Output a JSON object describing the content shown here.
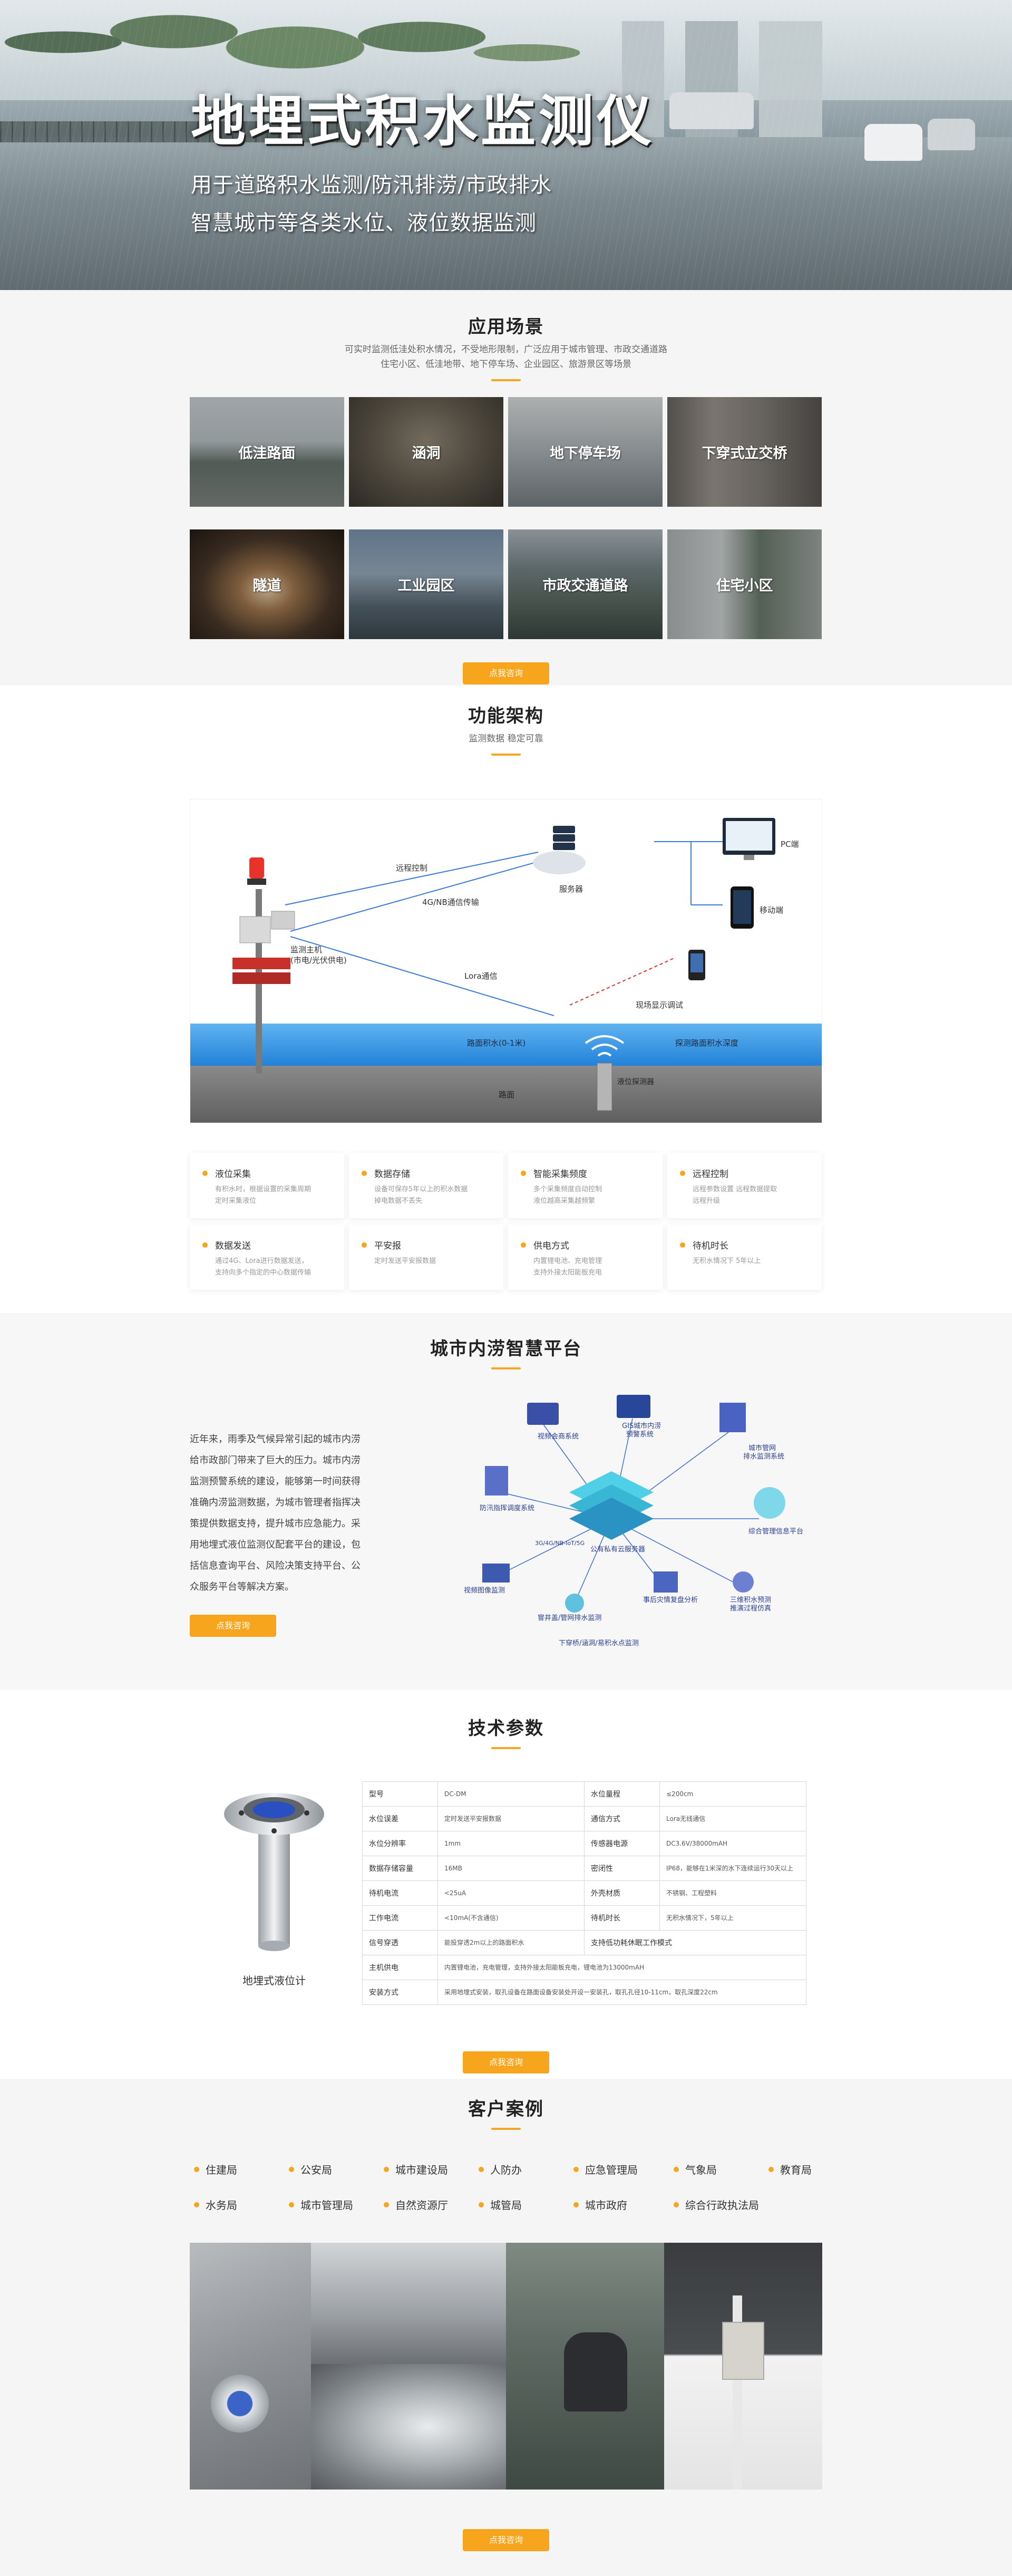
{
  "hero": {
    "title": "地埋式积水监测仪",
    "line1": "用于道路积水监测/防汛排涝/市政排水",
    "line2": "智慧城市等各类水位、液位数据监测"
  },
  "scenes": {
    "title": "应用场景",
    "sub1": "可实时监测低洼处积水情况，不受地形限制，广泛应用于城市管理、市政交通道路",
    "sub2": "住宅小区、低洼地带、地下停车场、企业园区、旅游景区等场景",
    "items": [
      "低洼路面",
      "涵洞",
      "地下停车场",
      "下穿式立交桥",
      "隧道",
      "工业园区",
      "市政交通道路",
      "住宅小区"
    ],
    "button": "点我咨询"
  },
  "arch": {
    "title": "功能架构",
    "sub": "监测数据 稳定可靠",
    "diagram": {
      "remote_control": "远程控制",
      "transmission": "4G/NB通信传输",
      "server": "服务器",
      "pc": "PC端",
      "mobile": "移动端",
      "host": "监测主机",
      "host_power": "(市电/光伏供电)",
      "lora": "Lora通信",
      "debug": "现场显示调试",
      "water": "路面积水(0-1米)",
      "detect": "探测路面积水深度",
      "ground": "路面",
      "sensor": "液位探测器"
    },
    "features": [
      {
        "title": "液位采集",
        "d1": "有积水时，根据设置的采集周期",
        "d2": "定时采集液位"
      },
      {
        "title": "数据存储",
        "d1": "设备可保存5年以上的积水数据",
        "d2": "掉电数据不丢失"
      },
      {
        "title": "智能采集频度",
        "d1": "多个采集频度自动控制",
        "d2": "液位越高采集越频繁"
      },
      {
        "title": "远程控制",
        "d1": "远程参数设置 远程数据提取",
        "d2": "远程升级"
      },
      {
        "title": "数据发送",
        "d1": "通过4G、Lora进行数据发送，",
        "d2": "支持向多个指定的中心数据传输"
      },
      {
        "title": "平安报",
        "d1": "定时发送平安报数据",
        "d2": ""
      },
      {
        "title": "供电方式",
        "d1": "内置锂电池、充电管理",
        "d2": "支持外接太阳能板充电"
      },
      {
        "title": "待机时长",
        "d1": "无积水情况下 5年以上",
        "d2": ""
      }
    ]
  },
  "platform": {
    "title": "城市内涝智慧平台",
    "text": [
      "近年来，雨季及气候异常引起的城市内涝",
      "给市政部门带来了巨大的压力。城市内涝",
      "监测预警系统的建设，能够第一时间获得",
      "准确内涝监测数据，为城市管理者指挥决",
      "策提供数据支持，提升城市应急能力。采",
      "用地埋式液位监测仪配套平台的建设，包",
      "括信息查询平台、风险决策支持平台、公",
      "众服务平台等解决方案。"
    ],
    "button": "点我咨询",
    "labels": {
      "gis": "GIS城市内涝",
      "gis2": "预警系统",
      "video": "视频会商系统",
      "pipe": "城市管网",
      "pipe2": "排水监测系统",
      "flood": "防汛指挥调度系统",
      "cloud": "公有私有云服务器",
      "net": "3G/4G/NB-IoT/5G",
      "mgmt": "综合管理信息平台",
      "image": "视频图像监测",
      "analysis": "事后灾情复盘分析",
      "model": "三维积水预测",
      "model2": "推演过程仿真",
      "well": "窨井盖/管网排水监测",
      "tunnel": "下穿桥/涵洞/易积水点监测"
    }
  },
  "specs": {
    "title": "技术参数",
    "product": "地埋式液位计",
    "rows": [
      [
        "型号",
        "DC-DM",
        "水位量程",
        "≤200cm"
      ],
      [
        "水位误差",
        "定时发送平安报数据",
        "通信方式",
        "Lora无线通信"
      ],
      [
        "水位分辨率",
        "1mm",
        "传感器电源",
        "DC3.6V/38000mAH"
      ],
      [
        "数据存储容量",
        "16MB",
        "密闭性",
        "IP68，能够在1米深的水下连续运行30天以上"
      ],
      [
        "待机电流",
        "<25uA",
        "外壳材质",
        "不锈钢、工程塑料"
      ],
      [
        "工作电流",
        "<10mA(不含通信)",
        "待机时长",
        "无积水情况下，5年以上"
      ],
      [
        "信号穿透",
        "能投穿透2m以上的路面积水",
        "支持低功耗休眠工作模式",
        ""
      ],
      [
        "主机供电",
        "内置锂电池，充电管理，支持外接太阳能板充电，锂电池为13000mAH",
        "",
        ""
      ],
      [
        "安装方式",
        "采用地埋式安装，取孔设备在路面设备安装处开设一安装孔，取孔孔径10-11cm，取孔深度22cm",
        "",
        ""
      ]
    ],
    "button": "点我咨询"
  },
  "cases": {
    "title": "客户案例",
    "clients": [
      "住建局",
      "公安局",
      "城市建设局",
      "人防办",
      "应急管理局",
      "气象局",
      "教育局",
      "水务局",
      "城市管理局",
      "自然资源厅",
      "城管局",
      "城市政府",
      "综合行政执法局"
    ],
    "button": "点我咨询"
  }
}
